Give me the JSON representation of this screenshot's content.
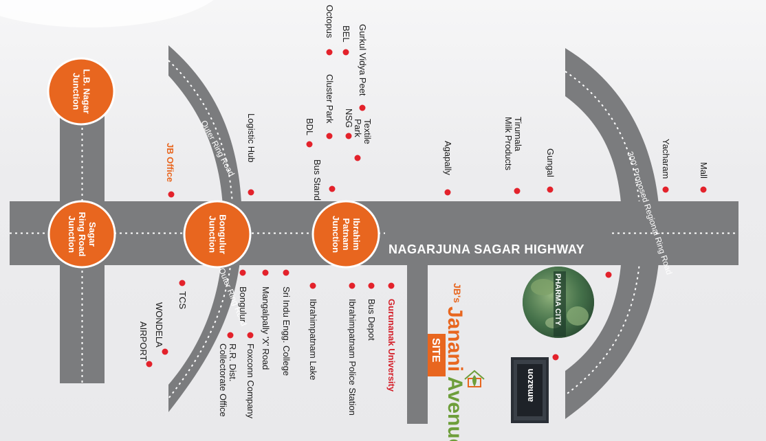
{
  "highway": {
    "name": "NAGARJUNA SAGAR HIGHWAY"
  },
  "roads": {
    "outer_ring_top": "Outer Ring Road",
    "outer_ring_bottom": "Outer Ring Road",
    "regional_ring": "300' Proposed Regional Ring Road"
  },
  "junctions": [
    {
      "id": "lb-nagar",
      "lines": [
        "L.B. Nagar",
        "Junction"
      ]
    },
    {
      "id": "sagar-ring",
      "lines": [
        "Sagar",
        "Ring Road",
        "Junction"
      ]
    },
    {
      "id": "bongulur",
      "lines": [
        "Bongulur",
        "Junction"
      ]
    },
    {
      "id": "ibrahim-patnam",
      "lines": [
        "Ibrahim",
        "Patnam",
        "Junction"
      ]
    }
  ],
  "places_top": [
    {
      "id": "jb-office",
      "label": "JB Office",
      "style": "orange"
    },
    {
      "id": "logistic-hub",
      "label": "Logistic Hub"
    },
    {
      "id": "octopus",
      "label": "Octopus"
    },
    {
      "id": "bel",
      "label": "BEL"
    },
    {
      "id": "gurkul",
      "label": "Gurkul Vidya Peet"
    },
    {
      "id": "cluster-park",
      "label": "Cluster Park"
    },
    {
      "id": "nsg",
      "label": "NSG"
    },
    {
      "id": "bdl",
      "label": "BDL"
    },
    {
      "id": "textile-park",
      "label": "Textile Park"
    },
    {
      "id": "bus-stand",
      "label": "Bus Stand"
    },
    {
      "id": "agapally",
      "label": "Agapally"
    },
    {
      "id": "tirumala",
      "label": "Tirumala Milk Products"
    },
    {
      "id": "gungal",
      "label": "Gungal"
    },
    {
      "id": "yacharam",
      "label": "Yacharam"
    },
    {
      "id": "mall",
      "label": "Mall"
    }
  ],
  "places_bottom": [
    {
      "id": "tcs",
      "label": "TCS"
    },
    {
      "id": "wondela",
      "label": "WONDELA"
    },
    {
      "id": "airport",
      "label": "AIRPORT"
    },
    {
      "id": "rr-dist",
      "label": "R.R. Dist. Collectorate Office"
    },
    {
      "id": "bongulur",
      "label": "Bongulur"
    },
    {
      "id": "foxconn",
      "label": "Foxconn Company"
    },
    {
      "id": "mangalpally",
      "label": "Mangalpally 'X' Road"
    },
    {
      "id": "sri-indu",
      "label": "Sri Indu Engg. College"
    },
    {
      "id": "ibr-lake",
      "label": "Ibrahimpatnam Lake"
    },
    {
      "id": "ibr-police",
      "label": "Ibrahimpatnam Police Station"
    },
    {
      "id": "bus-depot",
      "label": "Bus Depot"
    },
    {
      "id": "gurunanak",
      "label": "Gurunanak University",
      "style": "red"
    }
  ],
  "site": {
    "prefix": "JB's",
    "name1": "Janani",
    "name2": "Avenue",
    "tag": "SITE"
  },
  "pharma_city": {
    "label": "PHARMA CITY"
  },
  "amazon": {
    "label": "amazon"
  },
  "colors": {
    "road": "#7b7c7e",
    "junction": "#e8661f",
    "dot": "#e3222b",
    "orange_text": "#e8661f",
    "red_text": "#d4202a",
    "green_text": "#6d9e3a"
  }
}
